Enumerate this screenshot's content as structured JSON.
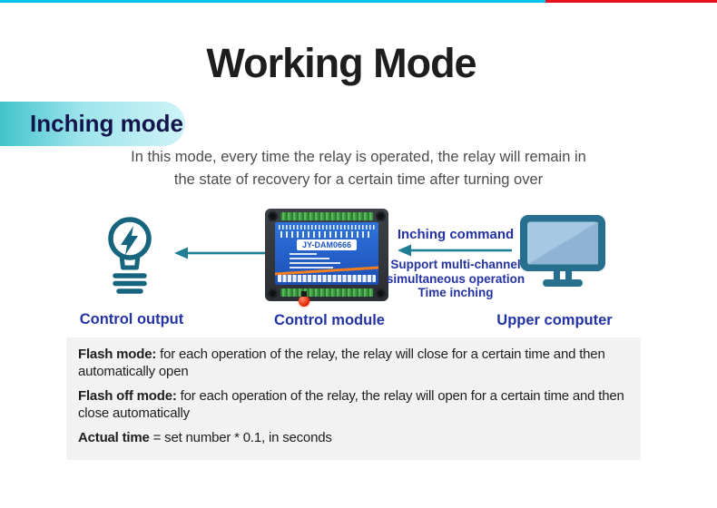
{
  "page": {
    "title": "Working Mode",
    "badge_label": "Inching mode",
    "description_line1": "In this mode, every time the relay is operated, the relay will remain in",
    "description_line2": "the state of recovery for a certain time after turning over"
  },
  "diagram": {
    "module_model": "JY-DAM0666",
    "command_label": "Inching command",
    "command_notes": [
      "Support multi-channel",
      "simultaneous operation",
      "Time inching"
    ],
    "labels": {
      "output": "Control output",
      "module": "Control module",
      "computer": "Upper computer"
    },
    "icons": {
      "output": "lightbulb-lightning-icon",
      "flow": "arrow-left-icon",
      "computer": "monitor-icon",
      "indicator": "led-icon"
    }
  },
  "notes": {
    "items": [
      {
        "lead": "Flash mode:",
        "text": " for each operation of the relay, the relay will close for a certain time and then automatically open"
      },
      {
        "lead": "Flash off mode:",
        "text": " for each operation of the relay, the relay will open for a certain time and then close automatically"
      },
      {
        "lead": "Actual time",
        "text": " = set number * 0.1, in seconds"
      }
    ]
  },
  "colors": {
    "top_border_cyan": "#00c4ee",
    "top_border_red": "#e8101c",
    "badge_teal_start": "#43c3cb",
    "badge_teal_end": "#cef3f8",
    "badge_text_navy": "#14144c",
    "title_black": "#1d1d1d",
    "description_gray": "#4c4c4c",
    "diagram_blue_text": "#2433a4",
    "icon_teal": "#17647e",
    "arrow_teal": "#1e7e96",
    "notes_bg_gray": "#f2f2f2",
    "notes_text": "#1e1e1e",
    "module_panel_blue": "#2e74dd",
    "terminal_green": "#3c9a40",
    "led_red": "#e52600",
    "monitor_frame_teal": "#276f8e",
    "monitor_screen_blue": "#a6c8e3"
  }
}
